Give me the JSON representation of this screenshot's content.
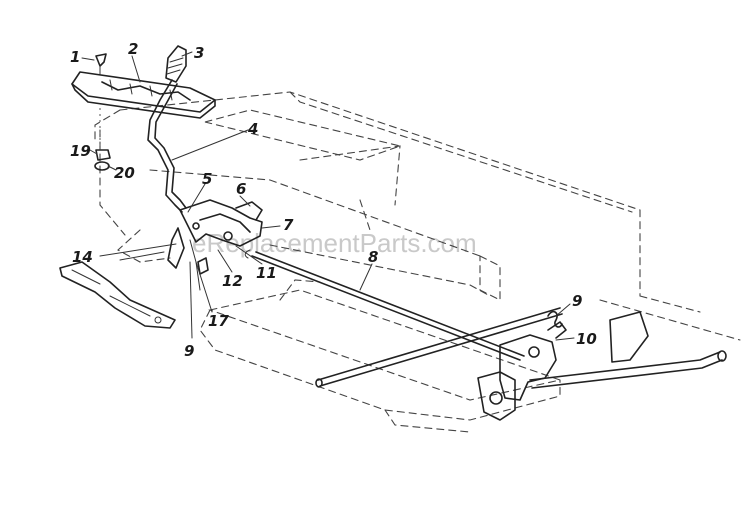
{
  "watermark": "eReplacementParts.com",
  "callouts": [
    "1",
    "2",
    "3",
    "4",
    "5",
    "6",
    "7",
    "8",
    "9",
    "10",
    "11",
    "12",
    "14",
    "17",
    "9",
    "19",
    "20"
  ],
  "colors": {
    "ink": "#222222",
    "paper": "#ffffff",
    "watermark": "#c9c9c9"
  }
}
